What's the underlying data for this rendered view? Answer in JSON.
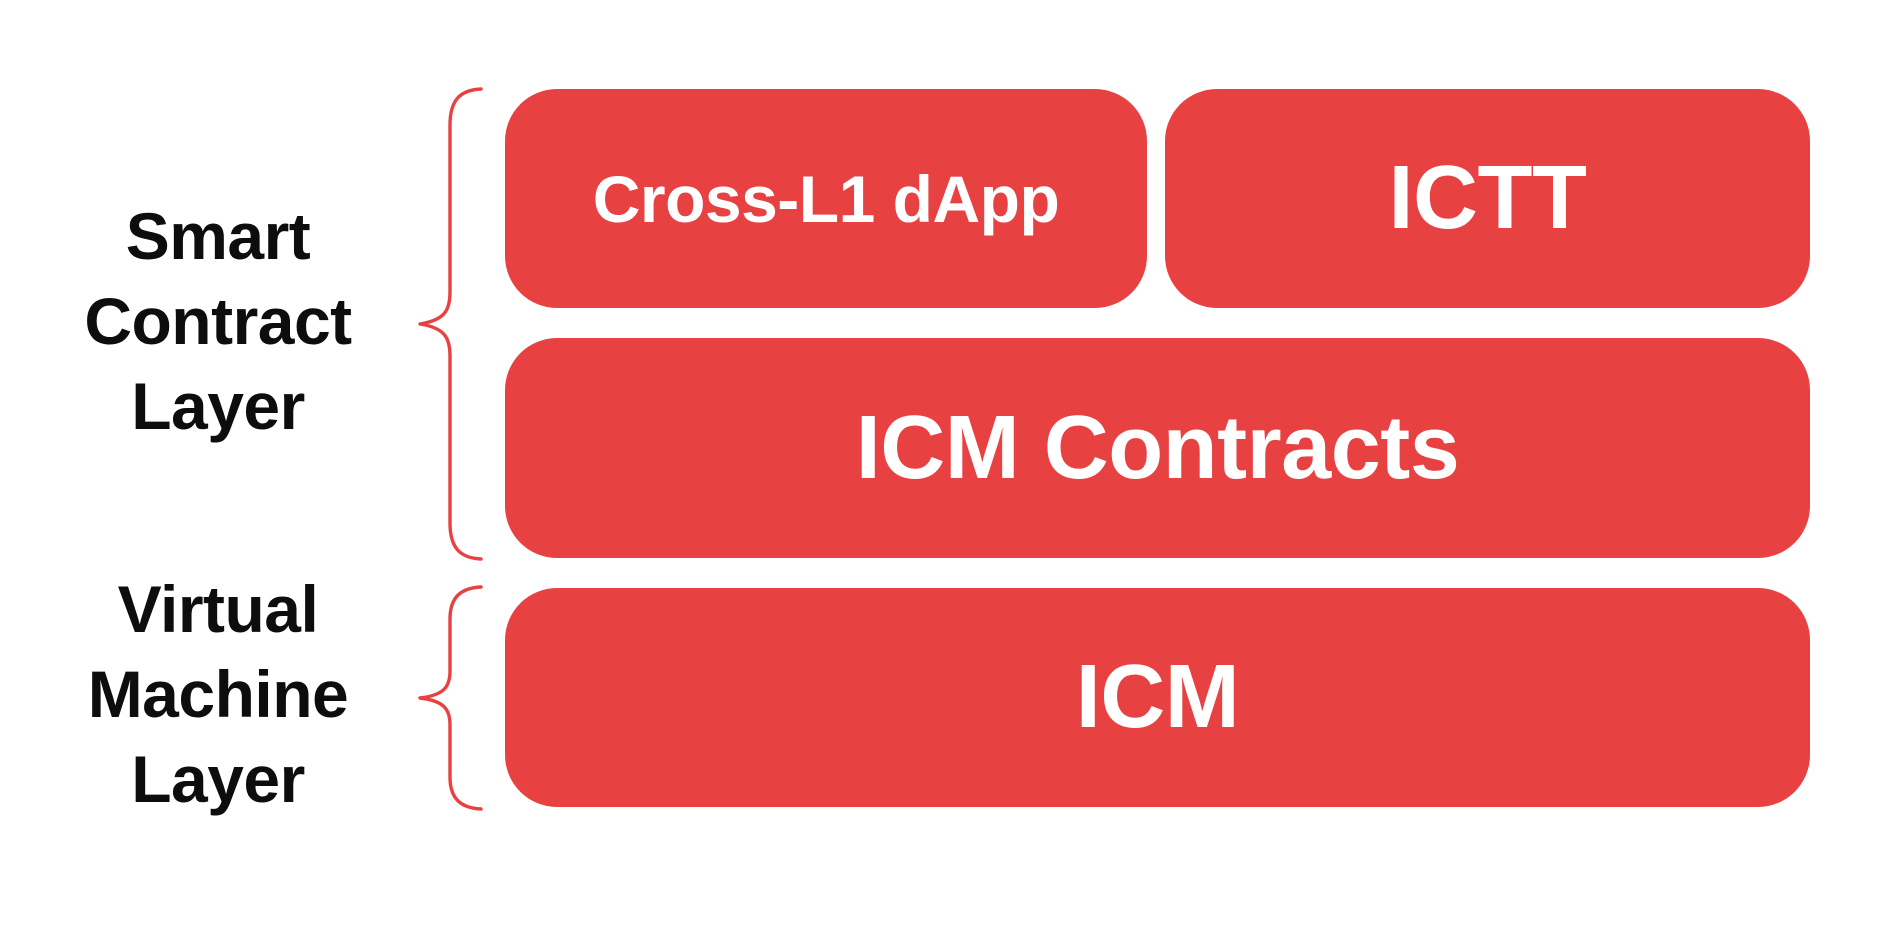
{
  "colors": {
    "background": "#ffffff",
    "box_red": "#e84142",
    "brace_red": "#e84142",
    "label_black": "#0d0d0d",
    "box_text_white": "#ffffff"
  },
  "layers": [
    {
      "id": "smart-contract-layer",
      "label_lines": [
        "Smart",
        "Contract",
        "Layer"
      ]
    },
    {
      "id": "virtual-machine-layer",
      "label_lines": [
        "Virtual",
        "Machine",
        "Layer"
      ]
    }
  ],
  "boxes": [
    {
      "id": "cross-l1-dapp",
      "label": "Cross-L1 dApp"
    },
    {
      "id": "ictt",
      "label": "ICTT"
    },
    {
      "id": "icm-contracts",
      "label": "ICM Contracts"
    },
    {
      "id": "icm",
      "label": "ICM"
    }
  ]
}
